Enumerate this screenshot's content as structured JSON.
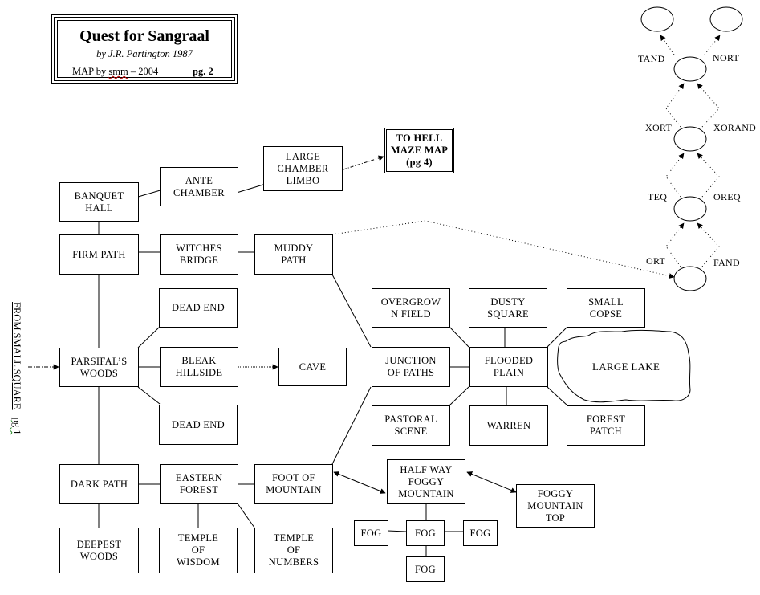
{
  "header": {
    "title": "Quest for Sangraal",
    "author_line": "by J.R. Partington  1987",
    "map_credit_prefix": "MAP by ",
    "map_credit_name": "smm",
    "map_credit_suffix": " – 2004",
    "page": "pg. 2"
  },
  "entry": {
    "label": "FROM SMALL SQUARE",
    "page_ref": "pg 1"
  },
  "rooms": {
    "banquet_hall": "BANQUET\nHALL",
    "ante_chamber": "ANTE\nCHAMBER",
    "large_chamber_limbo": "LARGE\nCHAMBER\nLIMBO",
    "to_hell_maze": "TO HELL\nMAZE MAP\n(pg 4)",
    "firm_path": "FIRM PATH",
    "witches_bridge": "WITCHES\nBRIDGE",
    "muddy_path": "MUDDY\nPATH",
    "dead_end_1": "DEAD END",
    "parsifals_woods": "PARSIFAL’S\nWOODS",
    "bleak_hillside": "BLEAK\nHILLSIDE",
    "cave": "CAVE",
    "dead_end_2": "DEAD END",
    "overgrown_field": "OVERGROW\nN FIELD",
    "dusty_square": "DUSTY\nSQUARE",
    "small_copse": "SMALL\nCOPSE",
    "junction_of_paths": "JUNCTION\nOF PATHS",
    "flooded_plain": "FLOODED\nPLAIN",
    "large_lake": "LARGE LAKE",
    "pastoral_scene": "PASTORAL\nSCENE",
    "warren": "WARREN",
    "forest_patch": "FOREST\nPATCH",
    "dark_path": "DARK PATH",
    "eastern_forest": "EASTERN\nFOREST",
    "foot_of_mountain": "FOOT OF\nMOUNTAIN",
    "half_way_foggy_mountain": "HALF WAY\nFOGGY\nMOUNTAIN",
    "foggy_mountain_top": "FOGGY\nMOUNTAIN\nTOP",
    "deepest_woods": "DEEPEST\nWOODS",
    "temple_of_wisdom": "TEMPLE\nOF\nWISDOM",
    "temple_of_numbers": "TEMPLE\nOF\nNUMBERS",
    "fog_left": "FOG",
    "fog_center": "FOG",
    "fog_right": "FOG",
    "fog_bottom": "FOG"
  },
  "logic_tree": {
    "labels": {
      "tand": "TAND",
      "nort": "NORT",
      "xort": "XORT",
      "xorand": "XORAND",
      "teq": "TEQ",
      "oreq": "OREQ",
      "ort": "ORT",
      "fand": "FAND"
    }
  }
}
